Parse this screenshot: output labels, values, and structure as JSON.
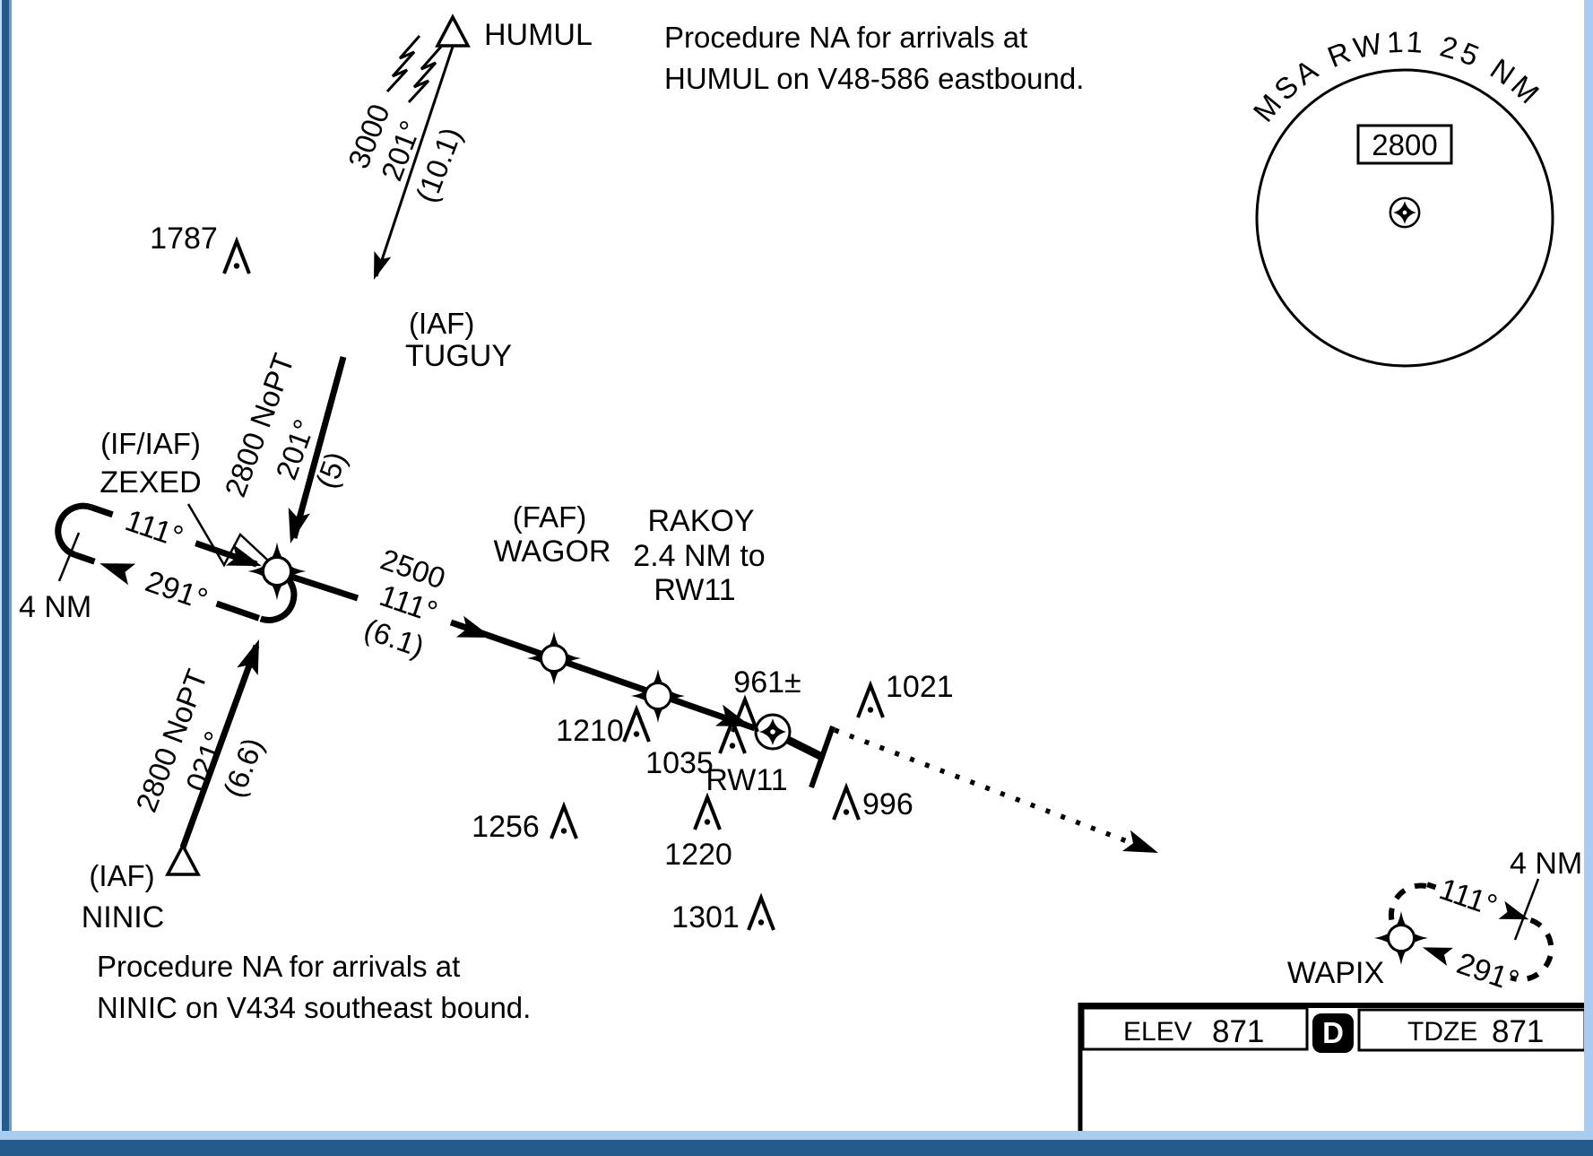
{
  "notes": {
    "humul_line1": "Procedure NA for arrivals at",
    "humul_line2": "HUMUL on V48-586 eastbound.",
    "ninic_line1": "Procedure NA for arrivals at",
    "ninic_line2": "NINIC on V434 southeast bound."
  },
  "msa": {
    "arc_label": "MSA RW11 25 NM",
    "altitude": "2800"
  },
  "waypoints": {
    "humul": {
      "name": "HUMUL"
    },
    "tuguy": {
      "role": "(IAF)",
      "name": "TUGUY"
    },
    "zexed": {
      "role": "(IF/IAF)",
      "name": "ZEXED"
    },
    "ninic": {
      "role": "(IAF)",
      "name": "NINIC"
    },
    "wagor": {
      "role": "(FAF)",
      "name": "WAGOR"
    },
    "rakoy": {
      "name": "RAKOY",
      "note1": "2.4 NM to",
      "note2": "RW11"
    },
    "rw11": {
      "name": "RW11"
    },
    "wapix": {
      "name": "WAPIX"
    }
  },
  "legs": {
    "humul_feeder": {
      "altitude": "3000",
      "course": "201°",
      "distance": "(10.1)"
    },
    "tuguy_to_zexed": {
      "altitude": "2800 NoPT",
      "course": "201°",
      "distance": "(5)"
    },
    "ninic_to_zexed": {
      "altitude": "2800 NoPT",
      "course": "021°",
      "distance": "(6.6)"
    },
    "zexed_to_wagor": {
      "altitude": "2500",
      "course": "111°",
      "distance": "(6.1)"
    }
  },
  "holds": {
    "zexed": {
      "inbound": "111°",
      "outbound": "291°",
      "leg_length": "4 NM"
    },
    "wapix": {
      "outbound": "111°",
      "inbound": "291°",
      "leg_length": "4 NM"
    }
  },
  "obstacles": [
    "1787",
    "1210",
    "1035",
    "961±",
    "1021",
    "996",
    "1256",
    "1220",
    "1301"
  ],
  "info_box": {
    "elev_label": "ELEV",
    "elev_value": "871",
    "declared_distance_symbol": "D",
    "tdze_label": "TDZE",
    "tdze_value": "871"
  },
  "colors": {
    "ink": "#000000",
    "border_dark": "#245a8c",
    "border_light": "#a9cdf0"
  }
}
